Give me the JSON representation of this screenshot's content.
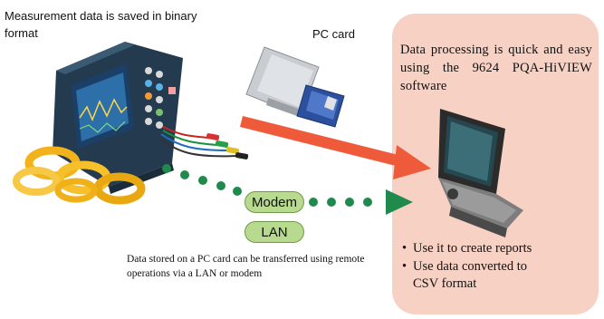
{
  "captions": {
    "measurement": "Measurement data is saved in binary format",
    "pc_card": "PC card",
    "transfer": "Data stored on a PC card can be transferred using remote operations via a LAN or modem"
  },
  "panel": {
    "heading": "Data processing is quick and easy using the 9624 PQA-HiVIEW software",
    "bullets": [
      {
        "marker": "•",
        "text": "Use it to create reports"
      },
      {
        "marker": "•",
        "text": "Use data converted to"
      },
      {
        "marker": "",
        "text": "CSV format"
      }
    ]
  },
  "connections": {
    "modem": "Modem",
    "lan": "LAN"
  },
  "colors": {
    "panel_bg": "#f7d1c3",
    "arrow": "#ee5a3a",
    "dots": "#1f8a4c",
    "pill_fill": "#b8da8e"
  },
  "icons": [
    "power-meter-device",
    "current-clamp-probes",
    "pc-card",
    "laptop-computer",
    "transfer-arrow",
    "network-dotted-arrow"
  ]
}
